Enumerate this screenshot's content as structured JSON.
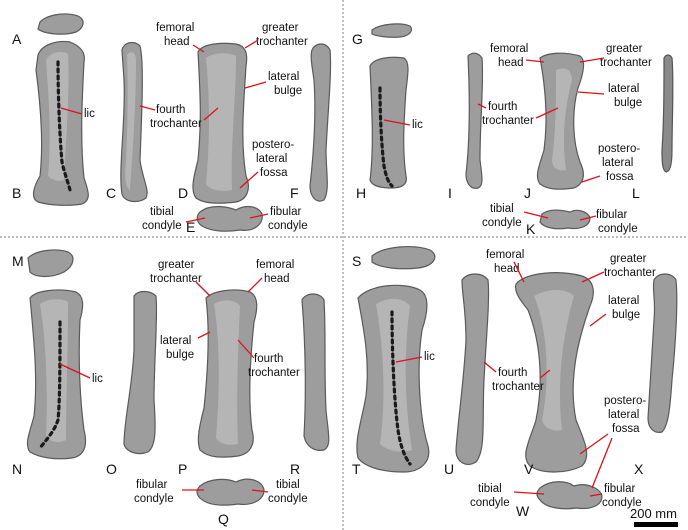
{
  "panels": {
    "A": "A",
    "B": "B",
    "C": "C",
    "D": "D",
    "E": "E",
    "F": "F",
    "G": "G",
    "H": "H",
    "I": "I",
    "J": "J",
    "K": "K",
    "L": "L",
    "M": "M",
    "N": "N",
    "O": "O",
    "P": "P",
    "Q": "Q",
    "R": "R",
    "S": "S",
    "T": "T",
    "U": "U",
    "V": "V",
    "W": "W",
    "X": "X"
  },
  "labels": {
    "femoral": "femoral",
    "head": "head",
    "greater": "greater",
    "trochanter": "trochanter",
    "lateral": "lateral",
    "bulge": "bulge",
    "fourth": "fourth",
    "lic": "lic",
    "postero": "postero-",
    "lateral_fossa_1": "lateral",
    "fossa": "fossa",
    "tibial": "tibial",
    "fibular": "fibular",
    "condyle": "condyle"
  },
  "scale_bar": {
    "label": "200 mm"
  }
}
